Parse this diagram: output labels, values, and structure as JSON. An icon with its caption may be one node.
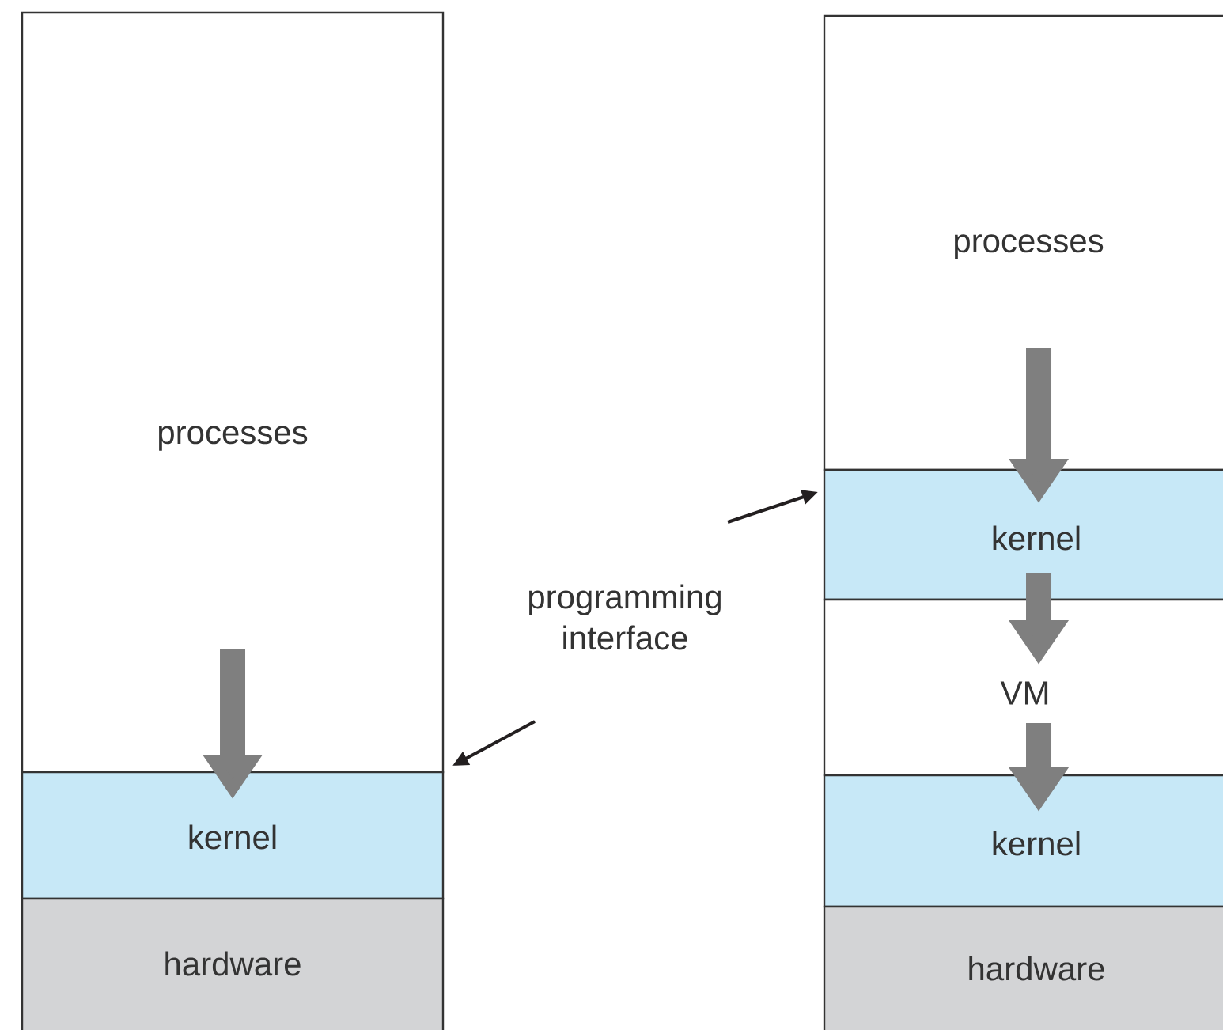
{
  "diagram": {
    "nodes": [
      {
        "text": [
          "processes"
        ]
      },
      {
        "text": [
          "kernel"
        ]
      },
      {
        "text": [
          "hardware"
        ]
      },
      {
        "text": [
          "programming interface"
        ]
      },
      {
        "text": [
          "processes"
        ]
      },
      {
        "text": [
          "kernel"
        ]
      },
      {
        "text": [
          "VM"
        ]
      },
      {
        "text": [
          "kernel"
        ]
      },
      {
        "text": [
          "hardware"
        ]
      }
    ],
    "edges": [
      {
        "from": 0,
        "to": 1,
        "arrow": "to",
        "color": "#7f7f7f"
      },
      {
        "from": 3,
        "to": 1,
        "arrow": "to",
        "color": "#231f20"
      },
      {
        "from": 3,
        "to": 5,
        "arrow": "to",
        "color": "#231f20"
      },
      {
        "from": 4,
        "to": 5,
        "arrow": "to",
        "color": "#7f7f7f"
      },
      {
        "from": 5,
        "to": 6,
        "arrow": "to",
        "color": "#7f7f7f"
      },
      {
        "from": 6,
        "to": 7,
        "arrow": "to",
        "color": "#7f7f7f"
      }
    ]
  }
}
